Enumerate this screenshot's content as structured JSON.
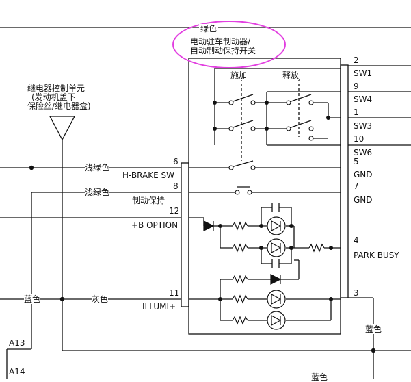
{
  "header": {
    "color_label": "绿色",
    "switch_title_line1": "电动驻车制动器/",
    "switch_title_line2": "自动制动保持开关"
  },
  "relay_box": {
    "line1": "继电器控制单元",
    "line2": "(发动机盖下",
    "line3": "保险丝/继电器盒)"
  },
  "switch_modes": {
    "apply": "施加",
    "release": "释放"
  },
  "left_pins": [
    {
      "num": "6",
      "name": "H-BRAKE SW",
      "wire_color": "浅绿色"
    },
    {
      "num": "8",
      "name": "制动保持",
      "wire_color": "浅绿色"
    },
    {
      "num": "12",
      "name": "+B OPTION"
    },
    {
      "num": "11",
      "name": "ILLUMI+",
      "wire_color": "灰色"
    }
  ],
  "right_pins": [
    {
      "num": "2",
      "name": "SW1"
    },
    {
      "num": "9",
      "name": "SW4"
    },
    {
      "num": "1",
      "name": "SW3"
    },
    {
      "num": "10",
      "name": "SW6"
    },
    {
      "num": "5",
      "name": "GND"
    },
    {
      "num": "7",
      "name": "GND"
    },
    {
      "num": "4",
      "name": "PARK BUSY"
    },
    {
      "num": "3",
      "name": ""
    }
  ],
  "wire_labels": {
    "left_vertical": "蓝色",
    "right_vertical": "蓝色",
    "bottom_partial": "蓝色"
  },
  "connectors": {
    "a13": "A13",
    "a14": "A14"
  },
  "accent_color": "#e23fe0"
}
